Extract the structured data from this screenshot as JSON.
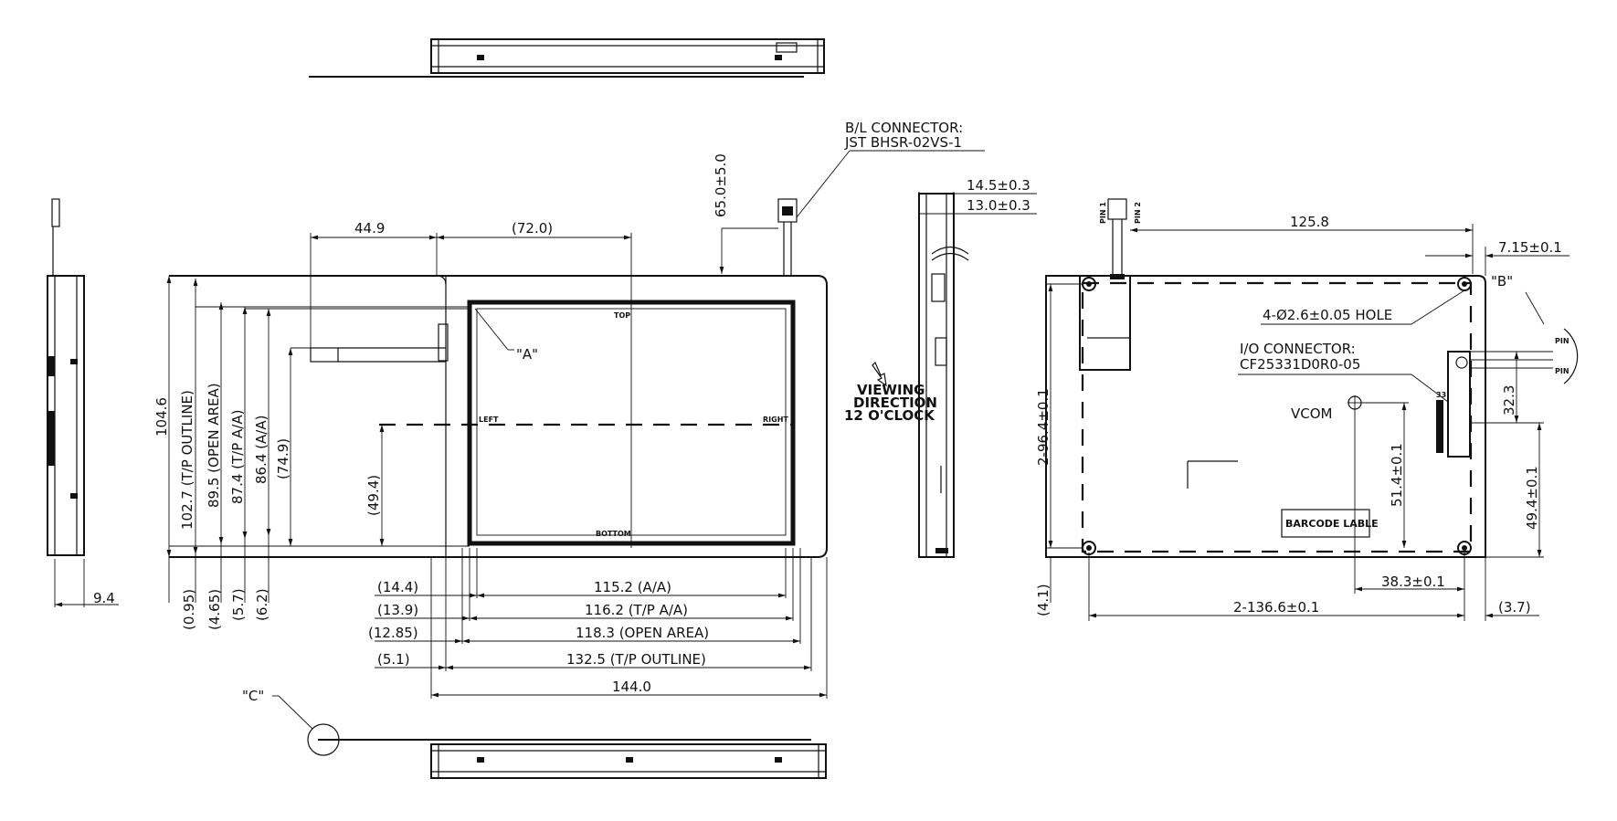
{
  "front": {
    "dim_14_4": "(14.4)",
    "dim_13_9": "(13.9)",
    "dim_12_85": "(12.85)",
    "dim_5_1": "(5.1)",
    "dim_aa_w": "115.2 (A/A)",
    "dim_tpaa_w": "116.2 (T/P A/A)",
    "dim_open_w": "118.3 (OPEN AREA)",
    "dim_tpout_w": "132.5 (T/P OUTLINE)",
    "dim_total_w": "144.0",
    "dim_44_9": "44.9",
    "dim_72_0": "(72.0)",
    "dim_65": "65.0±5.0",
    "dim_104_6": "104.6",
    "dim_102_7": "102.7 (T/P OUTLINE)",
    "dim_89_5": "89.5 (OPEN AREA)",
    "dim_87_4": "87.4 (T/P A/A)",
    "dim_86_4": "86.4 (A/A)",
    "dim_74_9": "(74.9)",
    "dim_49_4": "(49.4)",
    "dim_0_95": "(0.95)",
    "dim_4_65": "(4.65)",
    "dim_5_7": "(5.7)",
    "dim_6_2": "(6.2)",
    "label_top": "TOP",
    "label_bottom": "BOTTOM",
    "label_left": "LEFT",
    "label_right": "RIGHT",
    "callout_a": "\"A\"",
    "callout_c": "\"C\"",
    "bl_connector_1": "B/L CONNECTOR:",
    "bl_connector_2": "JST BHSR-02VS-1",
    "viewing_1": "VIEWING",
    "viewing_2": "DIRECTION",
    "viewing_3": "12 O'CLOCK"
  },
  "left_side": {
    "dim_9_4": "9.4"
  },
  "side_right": {
    "dim_14_5": "14.5±0.3",
    "dim_13_0": "13.0±0.3"
  },
  "back": {
    "pin1": "PIN 1",
    "pin2": "PIN 2",
    "dim_125_8": "125.8",
    "dim_7_15": "7.15±0.1",
    "callout_b": "\"B\"",
    "hole": "4-Ø2.6±0.05 HOLE",
    "io_1": "I/O CONNECTOR:",
    "io_2": "CF25331D0R0-05",
    "vcom": "VCOM",
    "dim_96_4": "2-96.4±0.1",
    "dim_51_4": "51.4±0.1",
    "dim_49_4": "49.4±0.1",
    "dim_32_3": "32.3",
    "dim_38_3": "38.3±0.1",
    "dim_136_6": "2-136.6±0.1",
    "dim_4_1": "(4.1)",
    "dim_3_7": "(3.7)",
    "barcode": "BARCODE LABLE",
    "pin_label": "PIN",
    "pin_33": "33"
  }
}
